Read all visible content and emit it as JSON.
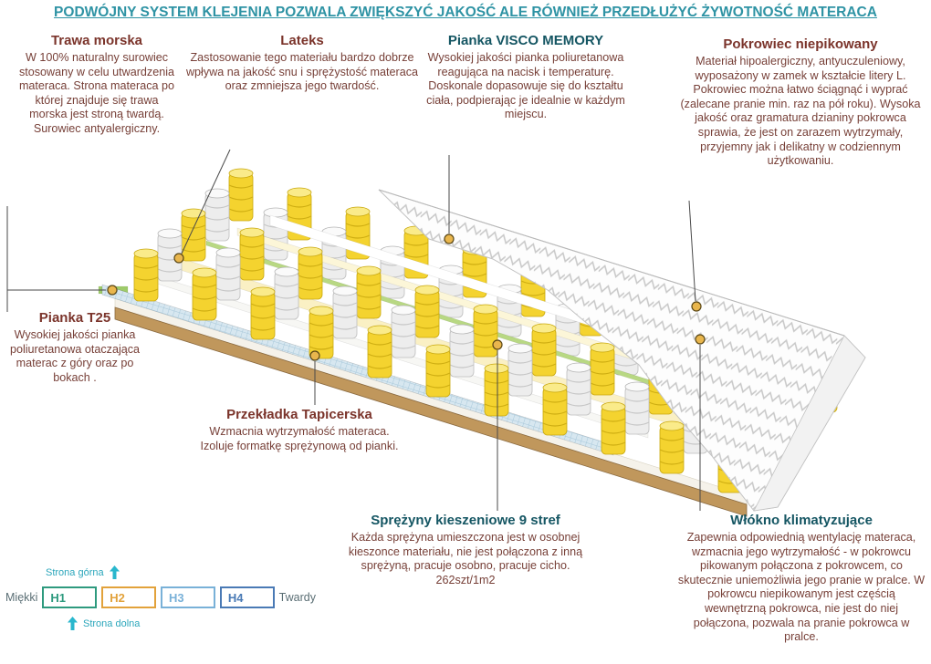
{
  "header": {
    "title": "PODWÓJNY SYSTEM KLEJENIA POZWALA ZWIĘKSZYĆ JAKOŚĆ ALE RÓWNIEŻ PRZEDŁUŻYĆ ŻYWOTNOŚĆ MATERACA"
  },
  "callouts": {
    "trawa": {
      "title": "Trawa morska",
      "body": "W 100% naturalny surowiec stosowany w celu utwardzenia materaca. Strona materaca po której znajduje się trawa morska jest stroną twardą. Surowiec antyalergiczny."
    },
    "lateks": {
      "title": "Lateks",
      "body": "Zastosowanie tego materiału bardzo dobrze wpływa na jakość snu i sprężystość materaca oraz zmniejsza jego twardość."
    },
    "visco": {
      "title": "Pianka VISCO MEMORY",
      "body": "Wysokiej jakości pianka poliuretanowa reagująca na nacisk i temperaturę. Doskonale dopasowuje się do kształtu ciała, podpierając je idealnie w każdym miejscu."
    },
    "pokrowiec": {
      "title": "Pokrowiec niepikowany",
      "body": "Materiał hipoalergiczny, antyuczuleniowy, wyposażony w zamek w kształcie litery L. Pokrowiec można łatwo ściągnąć i wyprać (zalecane pranie min. raz na pół roku). Wysoka jakość oraz gramatura dzianiny pokrowca sprawia, że jest on zarazem wytrzymały, przyjemny jak i delikatny w codziennym użytkowaniu."
    },
    "t25": {
      "title": "Pianka T25",
      "body": "Wysokiej jakości pianka poliuretanowa otaczająca materac z góry oraz po bokach ."
    },
    "przekladka": {
      "title": "Przekładka Tapicerska",
      "line1": "Wzmacnia wytrzymałość materaca.",
      "line2": "Izoluje formatkę sprężynową od pianki."
    },
    "sprezyny": {
      "title": "Sprężyny kieszeniowe 9 stref",
      "body": "Każda sprężyna umieszczona jest w osobnej kieszonce materiału, nie jest połączona z inną sprężyną, pracuje osobno, pracuje cicho.",
      "count": "262szt/1m2"
    },
    "wlokno": {
      "title": "Włókno klimatyzujące",
      "body": "Zapewnia odpowiednią wentylację materaca, wzmacnia jego wytrzymałość - w pokrowcu pikowanym połączona z pokrowcem, co skutecznie uniemożliwia jego pranie w pralce. W pokrowcu niepikowanym jest częścią wewnętrzną pokrowca, nie jest do niej połączona, pozwala na pranie pokrowca w pralce."
    }
  },
  "scale": {
    "top_side": "Strona górna",
    "bottom_side": "Strona dolna",
    "soft": "Miękki",
    "hard": "Twardy",
    "levels": [
      {
        "label": "H1",
        "color": "#2e9a7e"
      },
      {
        "label": "H2",
        "color": "#e2a23b"
      },
      {
        "label": "H3",
        "color": "#79b1d8"
      },
      {
        "label": "H4",
        "color": "#4a7ab5"
      }
    ]
  },
  "colors": {
    "header_text": "#2e93a4",
    "title_warm": "#7b342b",
    "title_cool": "#155663",
    "body_text": "#774038",
    "spring_yellow": "#f4d32f",
    "spring_white": "#ededed",
    "base_board_tan": "#c0975c",
    "callout_dot": "#e9b64d",
    "arrow_cyan": "#29b7cd"
  }
}
